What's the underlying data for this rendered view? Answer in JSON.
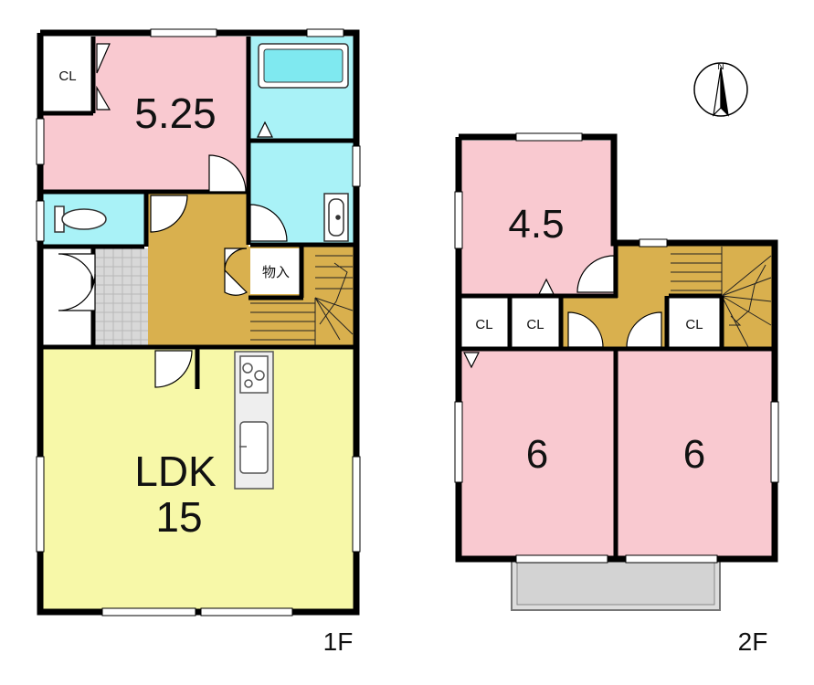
{
  "floor1": {
    "label": "1F",
    "rooms": {
      "bedroom": "5.25",
      "ldk_line1": "LDK",
      "ldk_line2": "15",
      "closet": "CL",
      "storage": "物入"
    }
  },
  "floor2": {
    "label": "2F",
    "rooms": {
      "bedroom_small": "4.5",
      "bedroom_left": "6",
      "bedroom_right": "6",
      "closet_1": "CL",
      "closet_2": "CL",
      "closet_3": "CL"
    }
  },
  "compass": {
    "label": "N",
    "icon": "compass-north-icon"
  },
  "colors": {
    "bedroom": "#f9c9d0",
    "ldk": "#f7f8a8",
    "wet": "#a9f2f7",
    "hall": "#d9b04e",
    "tile": "#d8d8d8",
    "balcony": "#dddddd",
    "wall": "#000000"
  }
}
